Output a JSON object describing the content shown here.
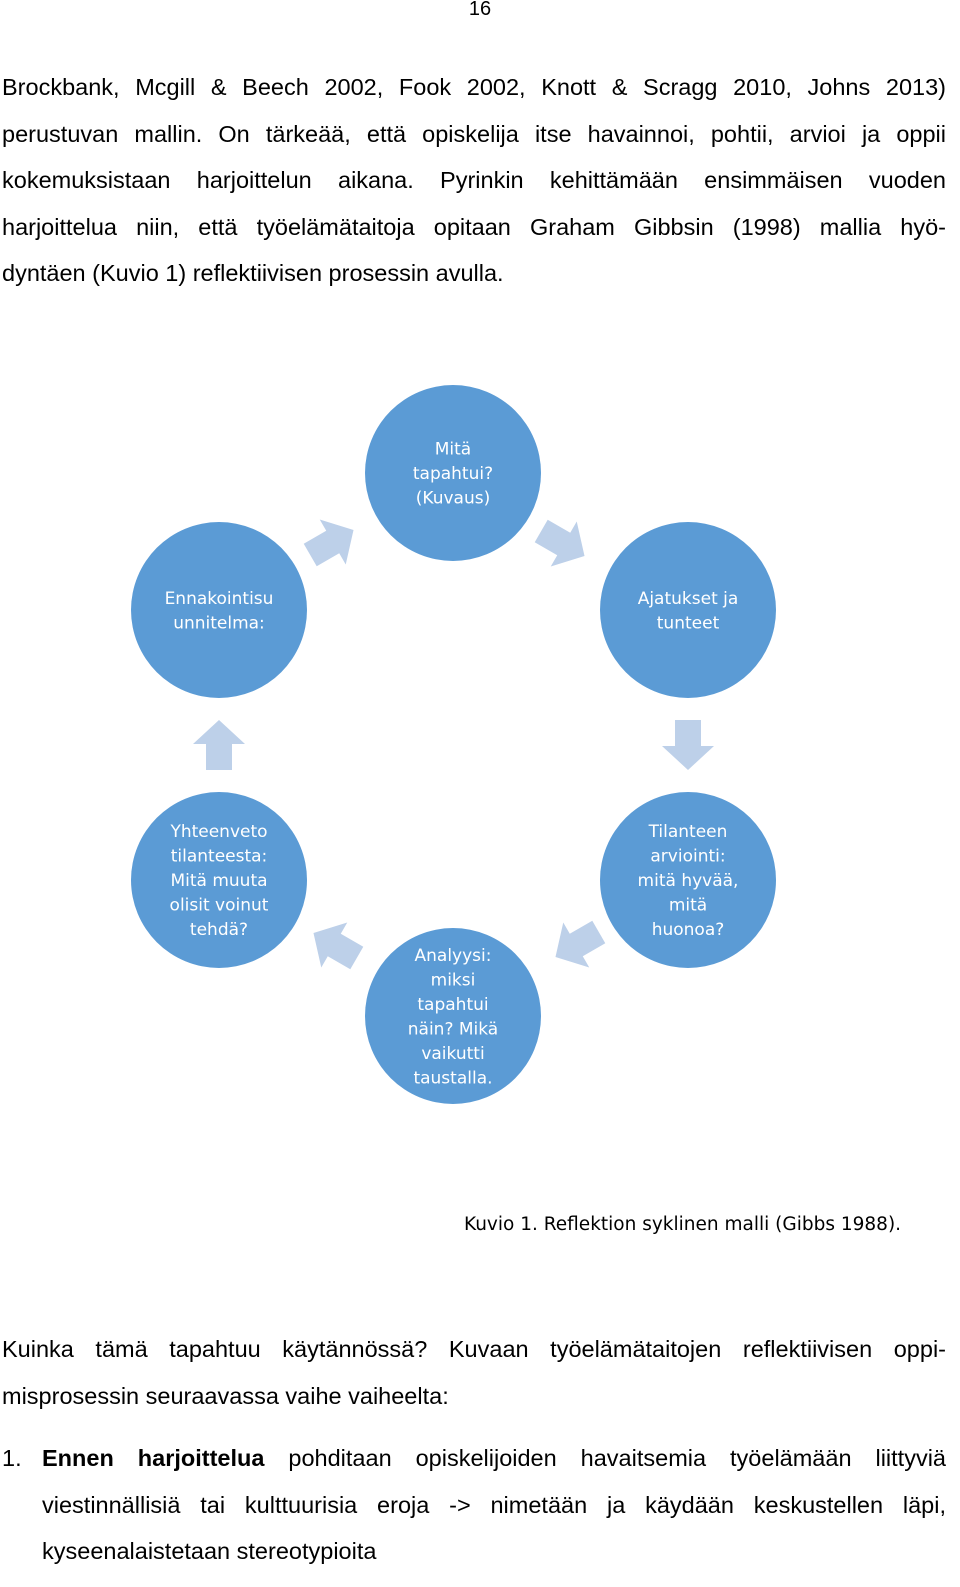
{
  "page_number": "16",
  "intro_lines": [
    "Brockbank, Mcgill & Beech 2002, Fook 2002, Knott & Scragg 2010, Johns 2013)",
    "perustuvan mallin. On tärkeää, että opiskelija itse havainnoi, pohtii, arvioi ja oppii",
    "kokemuksistaan harjoittelun aikana. Pyrinkin kehittämään ensimmäisen vuoden",
    "harjoittelua niin, että työelämätaitoja opitaan Graham Gibbsin (1998) mallia hyö-",
    "dyntäen (Kuvio 1) reflektiivisen prosessin avulla."
  ],
  "diagram": {
    "node_color": "#5b9bd5",
    "arrow_color": "#bdd0e9",
    "nodes": [
      {
        "lines": [
          "Mitä",
          "tapahtui?",
          "(Kuvaus)"
        ]
      },
      {
        "lines": [
          "Ajatukset ja",
          "tunteet"
        ]
      },
      {
        "lines": [
          "Tilanteen",
          "arviointi:",
          "mitä hyvää,",
          "mitä",
          "huonoa?"
        ]
      },
      {
        "lines": [
          "Analyysi:",
          "miksi",
          "tapahtui",
          "näin? Mikä",
          "vaikutti",
          "taustalla."
        ]
      },
      {
        "lines": [
          "Yhteenveto",
          "tilanteesta:",
          "Mitä muuta",
          "olisit voinut",
          "tehdä?"
        ]
      },
      {
        "lines": [
          "Ennakointisu",
          "unnitelma:"
        ]
      }
    ]
  },
  "caption": "Kuvio 1. Reflektion syklinen malli (Gibbs 1988).",
  "followup_lines": [
    "Kuinka tämä tapahtuu käytännössä? Kuvaan työelämätaitojen reflektiivisen oppi-",
    "misprosessin seuraavassa vaihe vaiheelta:"
  ],
  "list": [
    {
      "number": "1.",
      "bold": "Ennen harjoittelua",
      "line1_rest": " pohditaan opiskelijoiden havaitsemia työelämään liittyviä",
      "line2": "viestinnällisiä tai kulttuurisia eroja -> nimetään ja käydään keskustellen läpi,",
      "line3": "kyseenalaistetaan stereotypioita"
    }
  ]
}
